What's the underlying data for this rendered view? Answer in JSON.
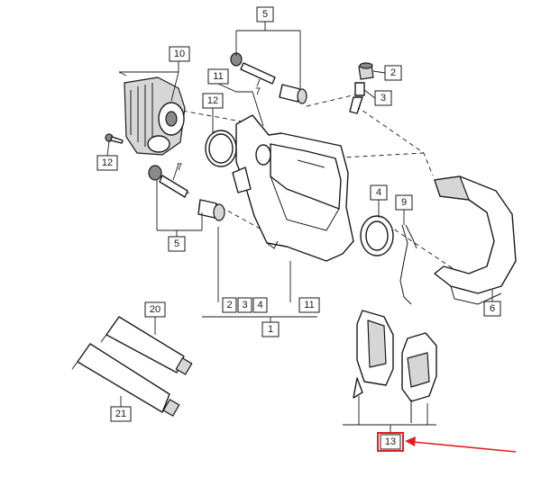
{
  "labels": {
    "p5_top": "5",
    "p10": "10",
    "p11_top": "11",
    "p7_top": "7",
    "p12_upper": "12",
    "p2": "2",
    "p3": "3",
    "p12_left": "12",
    "p7_mid": "7",
    "p4": "4",
    "p9": "9",
    "p5_bottom": "5",
    "p6": "6",
    "p20": "20",
    "row_2": "2",
    "row_3": "3",
    "row_4": "4",
    "row_11": "11",
    "p1": "1",
    "p21": "21",
    "p13": "13"
  },
  "colors": {
    "highlight": "#e01f1f",
    "line": "#1a1a1a",
    "shade": "#d6d6d6"
  }
}
